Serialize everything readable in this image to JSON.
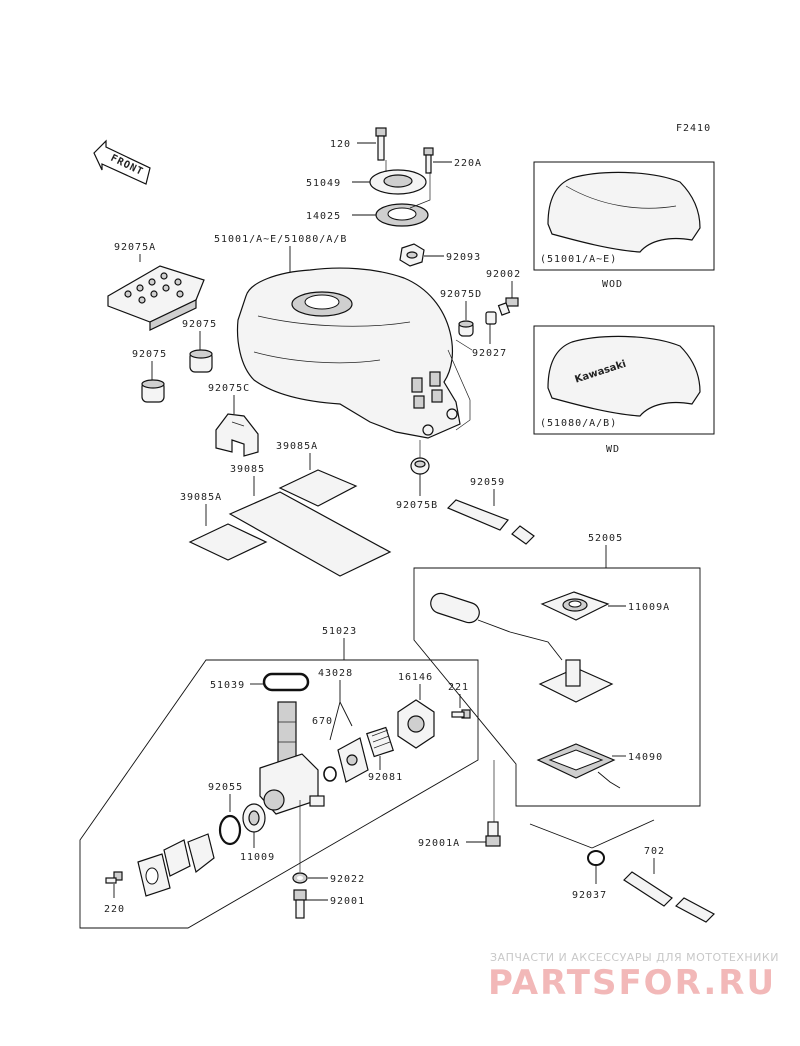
{
  "figure_code": "F2410",
  "front_arrow": "FRONT",
  "labels": {
    "p120": "120",
    "p220A": "220A",
    "p51049": "51049",
    "p14025": "14025",
    "p51001": "51001/A~E/51080/A/B",
    "p92093": "92093",
    "p92075A": "92075A",
    "p92075a": "92075",
    "p92075b": "92075",
    "p92075D": "92075D",
    "p92002": "92002",
    "p92027": "92027",
    "p92075C": "92075C",
    "p39085A1": "39085A",
    "p39085": "39085",
    "p39085A2": "39085A",
    "p92075B": "92075B",
    "p92059": "92059",
    "p52005": "52005",
    "p11009A": "11009A",
    "p51023": "51023",
    "p43028": "43028",
    "p51039": "51039",
    "p16146": "16146",
    "p221": "221",
    "p670": "670",
    "p92081": "92081",
    "p14090": "14090",
    "p92055": "92055",
    "p11009": "11009",
    "p92001A": "92001A",
    "p702": "702",
    "p92037": "92037",
    "p92022": "92022",
    "p92001": "92001",
    "p220": "220"
  },
  "inset_top": {
    "code": "(51001/A~E)",
    "caption": "WOD"
  },
  "inset_bottom": {
    "code": "(51080/A/B)",
    "caption": "WD",
    "logo": "Kawasaki"
  },
  "watermark": {
    "line1": "ЗАПЧАСТИ И АКСЕССУАРЫ ДЛЯ МОТОТЕХНИКИ",
    "line2": "PARTSFOR.RU"
  }
}
